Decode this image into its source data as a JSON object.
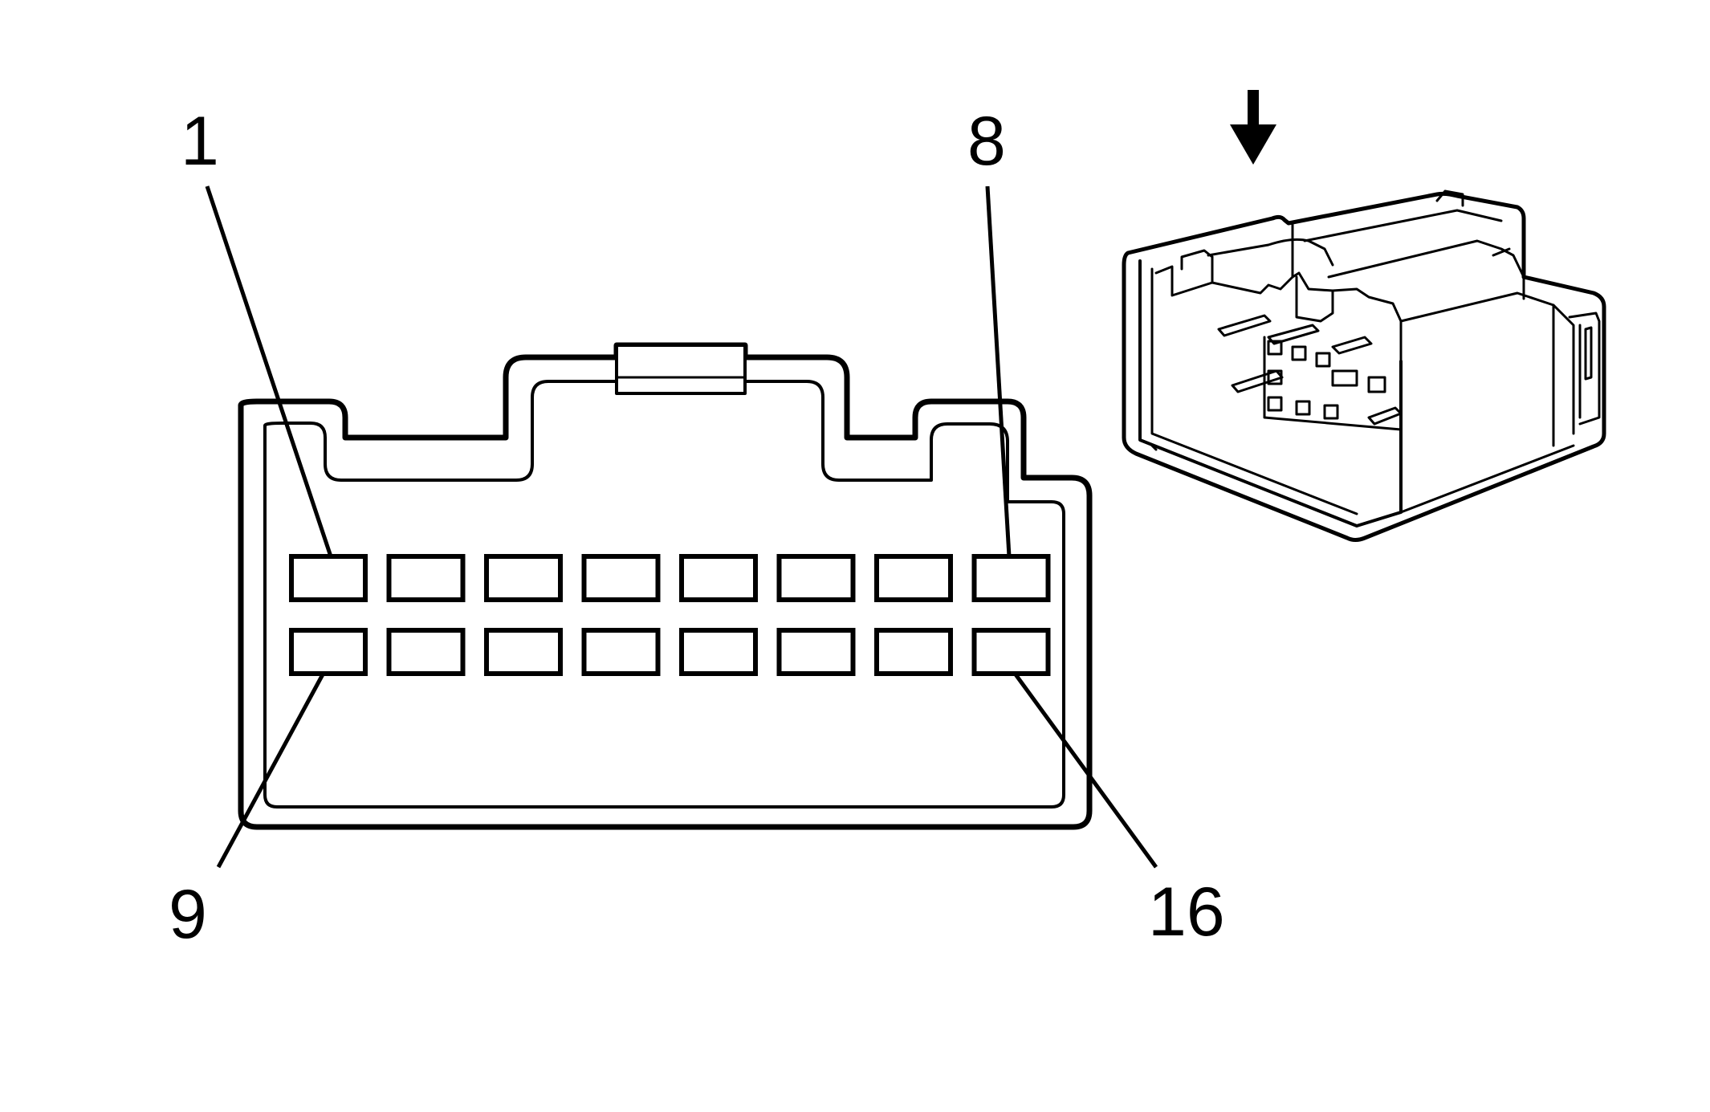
{
  "pin_labels": {
    "top_left": "1",
    "top_right": "8",
    "bottom_left": "9",
    "bottom_right": "16"
  },
  "connector": {
    "rows": 2,
    "cavities_per_row": 8,
    "total_cavities": 16
  },
  "view_arrow": "down-arrow-icon"
}
